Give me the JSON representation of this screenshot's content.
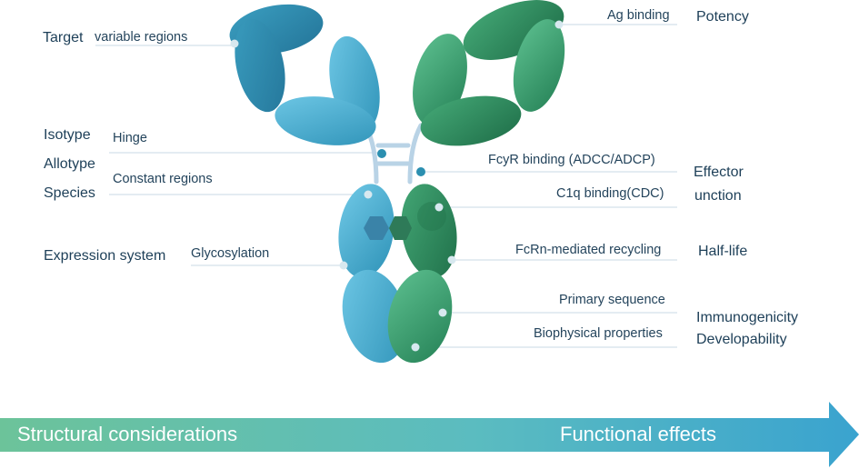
{
  "left_labels": {
    "target": "Target",
    "variable_regions": "variable regions",
    "isotype": "Isotype",
    "allotype": "Allotype",
    "species": "Species",
    "hinge": "Hinge",
    "constant_regions": "Constant regions",
    "expression_system": "Expression system",
    "glycosylation": "Glycosylation"
  },
  "right_labels": {
    "ag_binding": "Ag binding",
    "potency": "Potency",
    "fcyr_binding": "FcyR binding (ADCC/ADCP)",
    "effector_line1": "Effector",
    "effector_line2": "unction",
    "c1q_binding": "C1q binding(CDC)",
    "fcrn_recycling": "FcRn-mediated recycling",
    "half_life": "Half-life",
    "primary_sequence": "Primary sequence",
    "biophysical_properties": "Biophysical properties",
    "immunogenicity": "Immunogenicity",
    "developability": "Developability"
  },
  "arrow": {
    "left_text": "Structural considerations",
    "right_text": "Functional effects"
  },
  "colors": {
    "blue_domain": "#4fb6d8",
    "blue_dark": "#2f88a8",
    "green_domain": "#3fa877",
    "green_dark": "#2b8a5e",
    "hinge": "#b9d3e6",
    "leader_line": "#c5d6e2",
    "dot": "#2b8fb0",
    "text": "#1d3f58",
    "arrow_start": "#6cc39a",
    "arrow_end": "#3aa3cf"
  }
}
